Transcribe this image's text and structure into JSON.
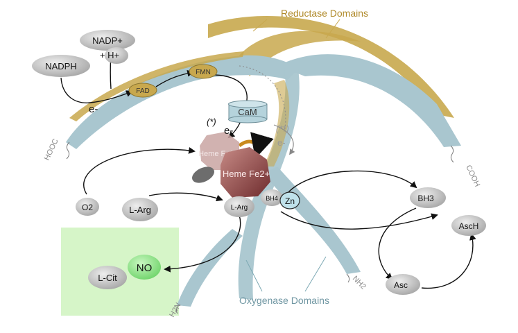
{
  "labels": {
    "reductase_domains": "Reductase Domains",
    "oxygenase_domains": "Oxygenase Domains",
    "hooc": "HOOC",
    "cooh": "COOH",
    "h2n": "H2N",
    "nh2": "NH2",
    "nadph": "NADPH",
    "nadp": "NADP+",
    "plus_h": "+ H+",
    "fad": "FAD",
    "fmn": "FMN",
    "cam": "CaM",
    "electron": "e-",
    "mark_single": "(*)",
    "mark_double": "(**)",
    "heme_fe3": "Heme Fe3+",
    "heme_fe2": "Heme Fe2+",
    "o2": "O2",
    "l_arg_left": "L-Arg",
    "l_arg_bound": "L-Arg",
    "bh4": "BH4",
    "zn": "Zn",
    "bh3": "BH3",
    "asch": "AscH",
    "asc": "Asc",
    "l_cit": "L-Cit",
    "no": "NO"
  },
  "colors": {
    "reductase": "#c8a84e",
    "oxygenase": "#a9c6cf",
    "no_box": "#d6f5c8",
    "heme_fe3": "#c9a4a2",
    "heme_fe2": "#8a3e3e",
    "cam": "#b5d3dc"
  }
}
